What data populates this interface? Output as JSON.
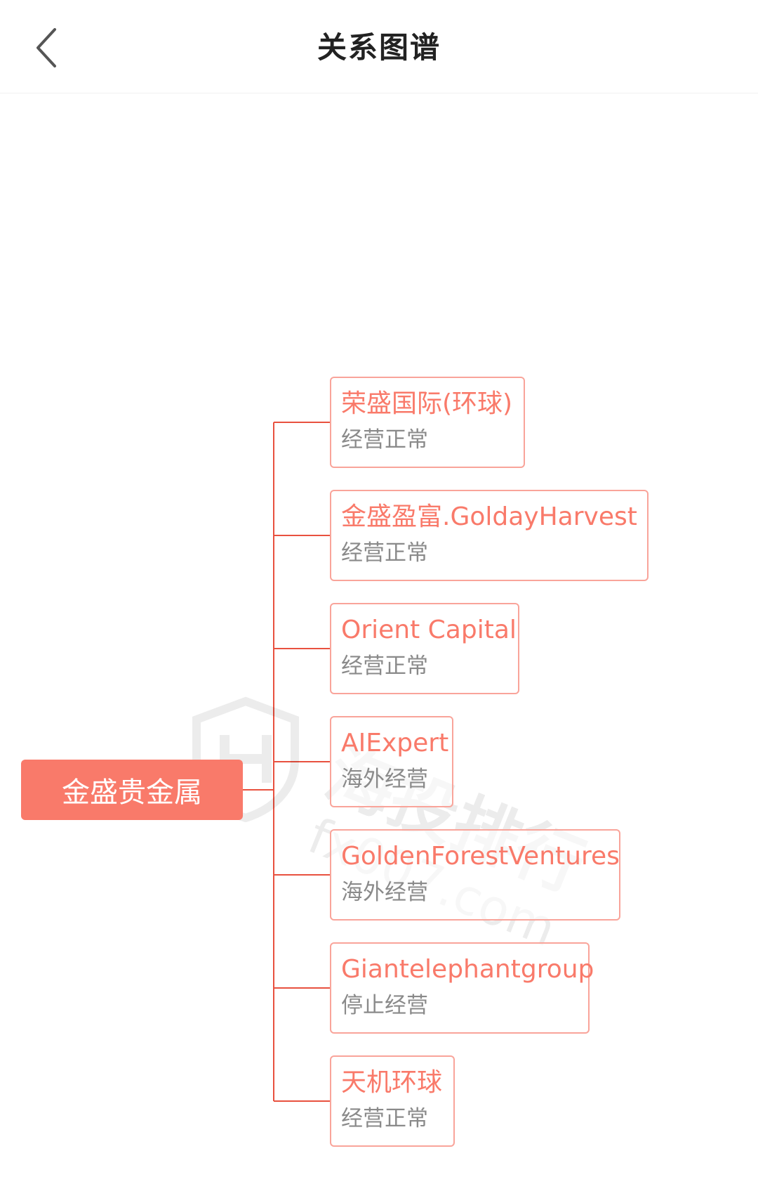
{
  "header": {
    "title": "关系图谱"
  },
  "tree": {
    "root": {
      "name": "金盛贵金属"
    },
    "children": [
      {
        "name": "荣盛国际(环球)",
        "status": "经营正常"
      },
      {
        "name": "金盛盈富.GoldayHarvest",
        "status": "经营正常"
      },
      {
        "name": "Orient Capital",
        "status": "经营正常"
      },
      {
        "name": "AIExpert",
        "status": "海外经营"
      },
      {
        "name": "GoldenForestVentures",
        "status": "海外经营"
      },
      {
        "name": "Giantelephantgroup",
        "status": "停止经营"
      },
      {
        "name": "天机环球",
        "status": "经营正常"
      }
    ]
  },
  "watermark": {
    "text": "海投排行",
    "url": "fx007.com"
  },
  "colors": {
    "accent": "#f97a6a",
    "node_border": "#f9a49a",
    "line": "#e8513f",
    "status_text": "#8a8a8a"
  }
}
